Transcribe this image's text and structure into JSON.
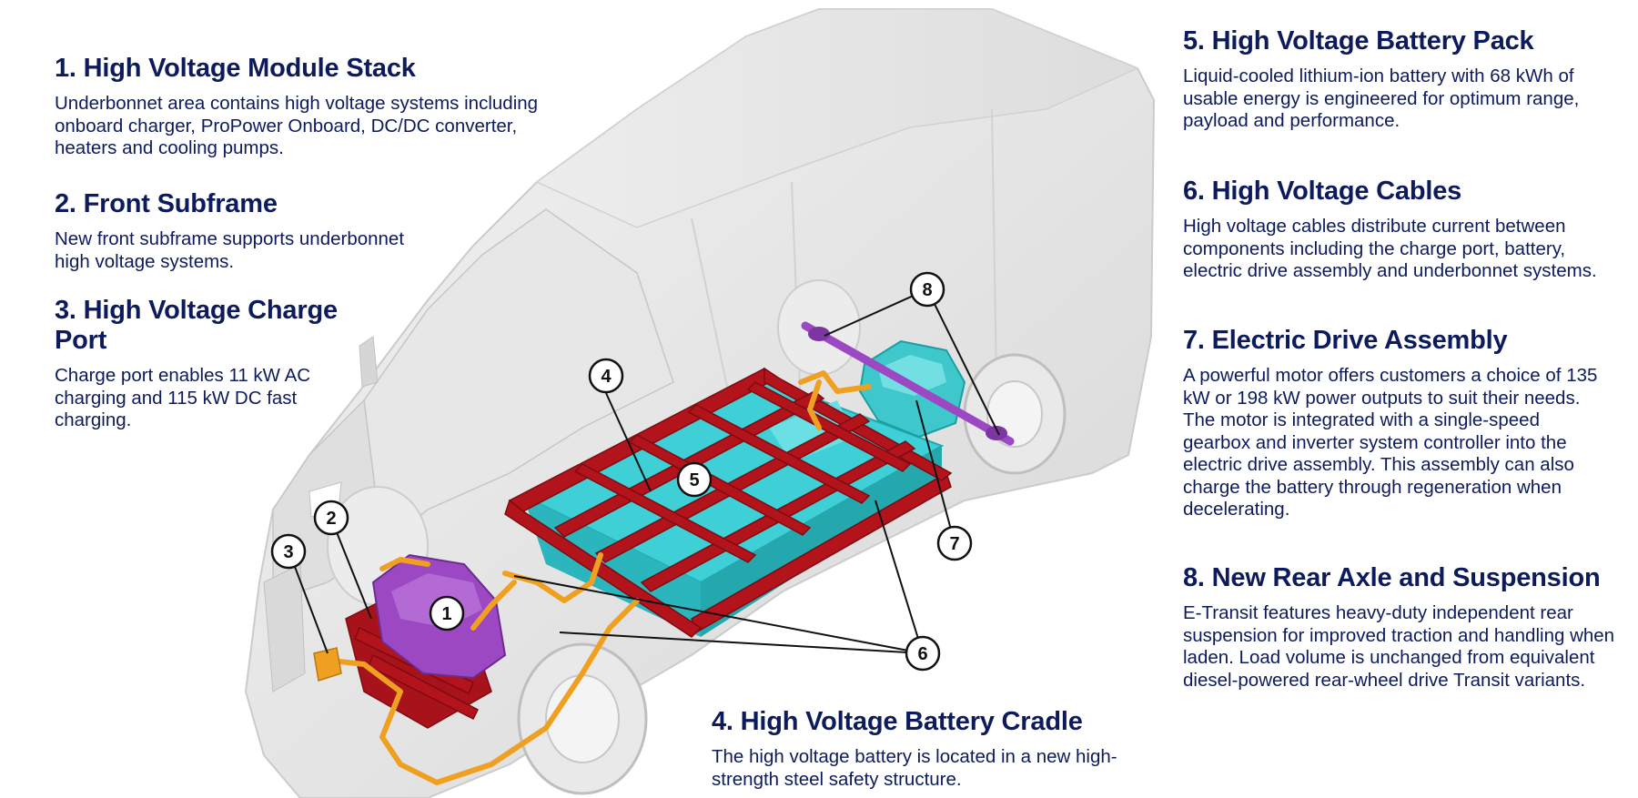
{
  "sections": [
    {
      "title": "1. High Voltage Module Stack",
      "body": "Underbonnet area contains high voltage systems including onboard charger, ProPower Onboard, DC/DC converter, heaters and cooling pumps."
    },
    {
      "title": "2. Front Subframe",
      "body": "New front subframe supports underbonnet high voltage systems."
    },
    {
      "title": "3. High Voltage Charge Port",
      "body": "Charge port enables 11 kW AC charging and 115 kW DC fast charging."
    },
    {
      "title": "4. High Voltage Battery Cradle",
      "body": "The high voltage battery is located in a new high-strength steel safety structure."
    },
    {
      "title": "5. High Voltage Battery Pack",
      "body": "Liquid-cooled lithium-ion battery with 68 kWh of usable energy is engineered for optimum range, payload and performance."
    },
    {
      "title": "6. High Voltage Cables",
      "body": "High voltage cables distribute current between components including the charge port, battery, electric drive assembly and underbonnet systems."
    },
    {
      "title": "7. Electric Drive Assembly",
      "body": "A powerful motor offers customers a choice of 135 kW or 198 kW power outputs to suit their needs. The motor is integrated with a single-speed gearbox and inverter system controller into the electric drive assembly. This assembly can also charge the battery through regeneration when decelerating."
    },
    {
      "title": "8. New Rear Axle and Suspension",
      "body": "E-Transit features heavy-duty independent rear suspension for improved traction and handling when laden. Load volume is unchanged from equivalent diesel-powered rear-wheel drive Transit variants."
    }
  ],
  "callouts": {
    "c1": "1",
    "c2": "2",
    "c3": "3",
    "c4": "4",
    "c5": "5",
    "c6": "6",
    "c7": "7",
    "c8": "8"
  },
  "colors": {
    "text_navy": "#0d1b5c",
    "van_body": "#e3e3e3",
    "battery_frame": "#b3141c",
    "battery_pack": "#3fcfd6",
    "module_stack": "#9b48c2",
    "cables": "#f0a020",
    "drive_unit": "#3ec8cc"
  }
}
